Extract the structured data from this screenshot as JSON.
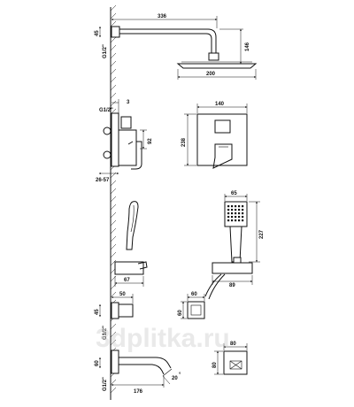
{
  "watermark": "3dplitka.ru",
  "shower_head": {
    "arm_length": "336",
    "height": "146",
    "wall_width": "45",
    "thread": "G1/2\"",
    "plate_width": "200"
  },
  "mixer_side": {
    "thread": "G1/2\"",
    "depth": "3",
    "height": "92",
    "range": "26-57"
  },
  "mixer_front": {
    "width": "140",
    "height": "238"
  },
  "holder_side": {
    "depth": "67"
  },
  "hand_shower": {
    "head_width": "65",
    "height": "227",
    "base": "89"
  },
  "outlet_side": {
    "depth": "50",
    "height": "45",
    "thread": "G1/2\""
  },
  "outlet_front": {
    "width": "60",
    "height": "60"
  },
  "spout_side": {
    "angle": "20",
    "length": "176",
    "height": "60",
    "thread": "G1/2\""
  },
  "spout_front": {
    "width": "80",
    "height": "80"
  }
}
